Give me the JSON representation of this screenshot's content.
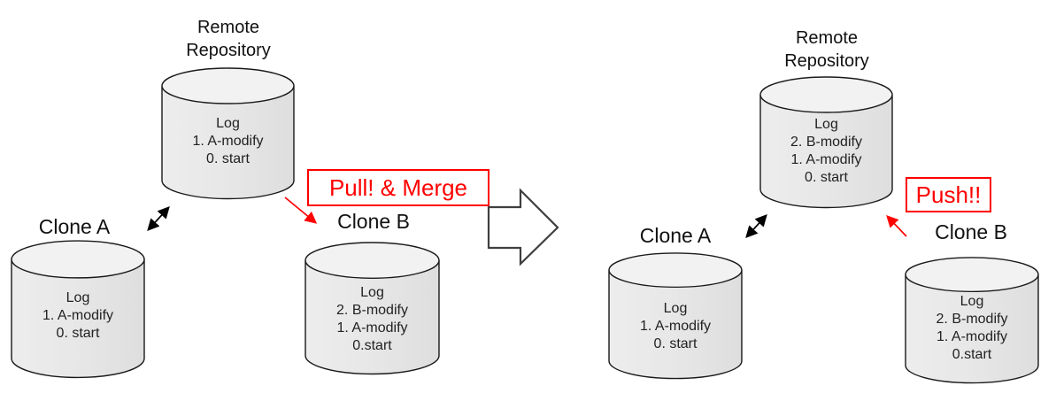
{
  "before": {
    "remote": {
      "title_lines": [
        "Remote",
        "Repository"
      ],
      "log": [
        "Log",
        "1. A-modify",
        "0. start"
      ]
    },
    "clone_a": {
      "label": "Clone A",
      "log": [
        "Log",
        "1. A-modify",
        "0. start"
      ]
    },
    "clone_b": {
      "label": "Clone B",
      "log": [
        "Log",
        "2. B-modify",
        "1. A-modify",
        "0.start"
      ]
    },
    "action": {
      "label": "Pull! & Merge"
    }
  },
  "after": {
    "remote": {
      "title_lines": [
        "Remote",
        "Repository"
      ],
      "log": [
        "Log",
        "2. B-modify",
        "1. A-modify",
        "0. start"
      ]
    },
    "clone_a": {
      "label": "Clone A",
      "log": [
        "Log",
        "1. A-modify",
        "0. start"
      ]
    },
    "clone_b": {
      "label": "Clone B",
      "log": [
        "Log",
        "2. B-modify",
        "1. A-modify",
        "0.start"
      ]
    },
    "action": {
      "label": "Push!!"
    }
  },
  "colors": {
    "accent_red": "#ff0000",
    "cylinder_fill": "#e8e8e8",
    "cylinder_top_fill": "#f2f2f2",
    "outline": "#1a1a1a",
    "block_arrow_stroke": "#3f3f3f"
  }
}
